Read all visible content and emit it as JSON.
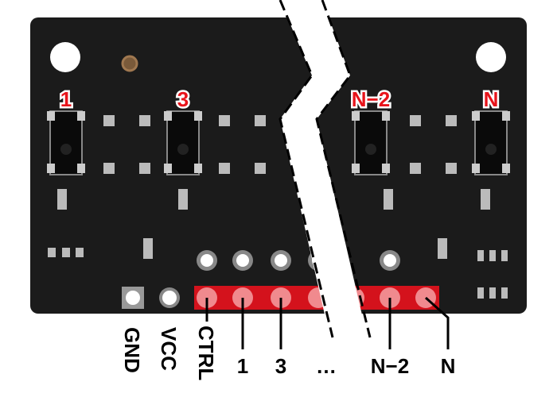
{
  "sensor_labels": [
    "1",
    "3",
    "N−2",
    "N"
  ],
  "pin_labels": {
    "gnd": "GND",
    "vcc": "VCC",
    "ctrl": "CTRL",
    "p1": "1",
    "p3": "3",
    "ellipsis": "…",
    "pn2": "N−2",
    "pn": "N"
  },
  "colors": {
    "board": "#1b1b1b",
    "highlight": "#d4121c",
    "label_red": "#e8141b"
  }
}
